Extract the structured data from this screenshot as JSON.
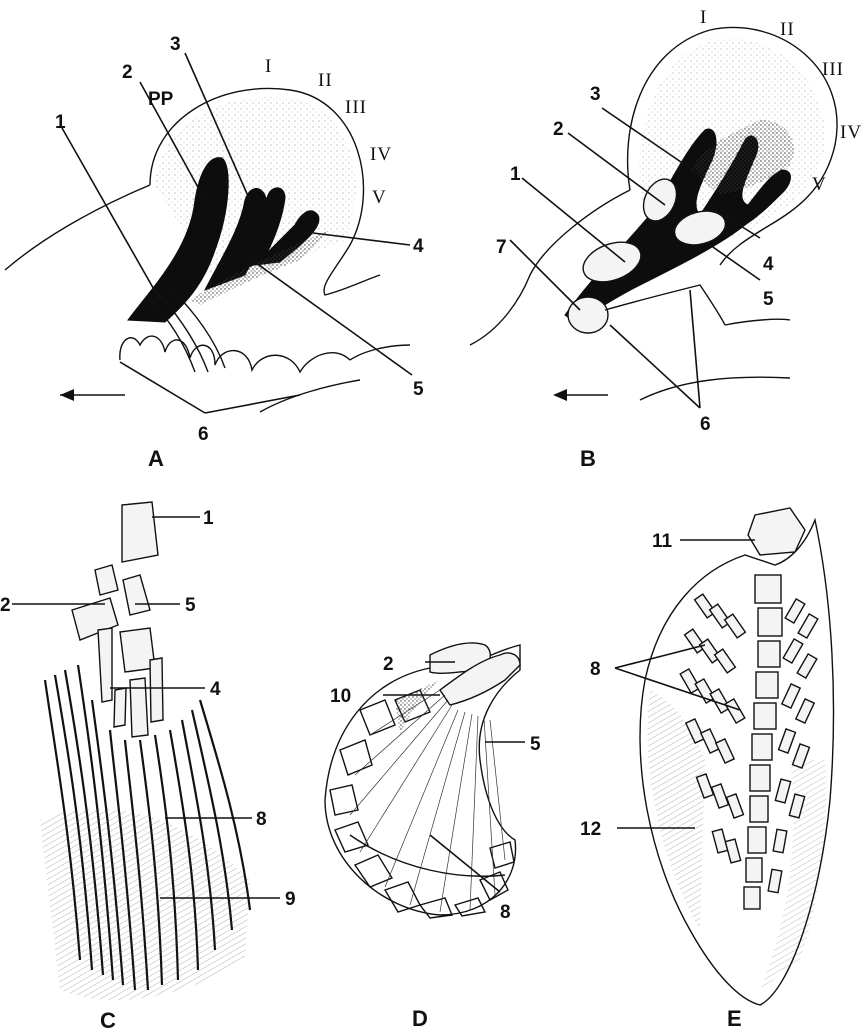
{
  "figure": {
    "panels": [
      {
        "id": "A",
        "label": "A",
        "numbers": [
          "1",
          "2",
          "3",
          "4",
          "5",
          "6"
        ],
        "pp_label": "PP",
        "roman": [
          "I",
          "II",
          "III",
          "IV",
          "V"
        ]
      },
      {
        "id": "B",
        "label": "B",
        "numbers": [
          "1",
          "2",
          "3",
          "4",
          "5",
          "6",
          "7"
        ],
        "roman": [
          "I",
          "II",
          "III",
          "IV",
          "V"
        ]
      },
      {
        "id": "C",
        "label": "C",
        "numbers": [
          "1",
          "2",
          "5",
          "4",
          "8",
          "9"
        ]
      },
      {
        "id": "D",
        "label": "D",
        "numbers": [
          "2",
          "10",
          "5",
          "8"
        ]
      },
      {
        "id": "E",
        "label": "E",
        "numbers": [
          "11",
          "8",
          "12"
        ]
      }
    ]
  }
}
